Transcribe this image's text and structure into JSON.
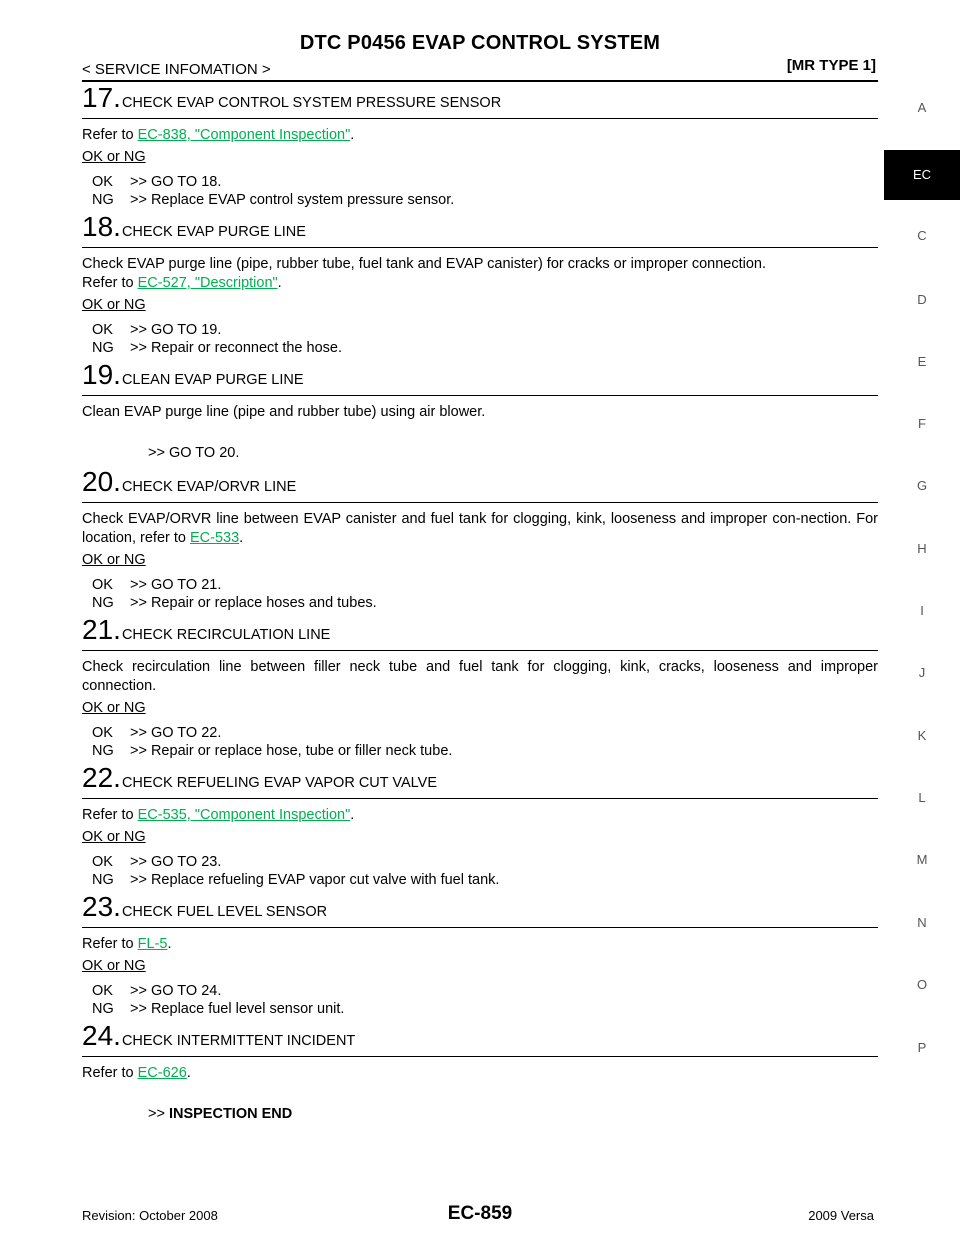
{
  "header": {
    "title": "DTC P0456 EVAP CONTROL SYSTEM",
    "section": "< SERVICE INFOMATION >",
    "type": "[MR TYPE 1]"
  },
  "steps": [
    {
      "num": "17",
      "title": "CHECK EVAP CONTROL SYSTEM PRESSURE SENSOR",
      "text_before": "Refer to ",
      "link": "EC-838, \"Component Inspection\"",
      "text_after": ".",
      "ok_ng": "OK or NG",
      "ok_code": "OK",
      "ok_text": ">> GO TO 18.",
      "ng_code": "NG",
      "ng_text": ">> Replace EVAP control system pressure sensor."
    },
    {
      "num": "18",
      "title": "CHECK EVAP PURGE LINE",
      "text_line1": "Check EVAP purge line (pipe, rubber tube, fuel tank and EVAP canister) for cracks or improper connection.",
      "text_before": "Refer to ",
      "link": "EC-527, \"Description\"",
      "text_after": ".",
      "ok_ng": "OK or NG",
      "ok_code": "OK",
      "ok_text": ">> GO TO 19.",
      "ng_code": "NG",
      "ng_text": ">> Repair or reconnect the hose."
    },
    {
      "num": "19",
      "title": "CLEAN EVAP PURGE LINE",
      "text": "Clean EVAP purge line (pipe and rubber tube) using air blower.",
      "result": ">> GO TO 20."
    },
    {
      "num": "20",
      "title": "CHECK EVAP/ORVR LINE",
      "text_before": "Check EVAP/ORVR line between EVAP canister and fuel tank for clogging, kink, looseness and improper con-nection. For location, refer to ",
      "link": "EC-533",
      "text_after": ".",
      "ok_ng": "OK or NG",
      "ok_code": "OK",
      "ok_text": ">> GO TO 21.",
      "ng_code": "NG",
      "ng_text": ">> Repair or replace hoses and tubes."
    },
    {
      "num": "21",
      "title": "CHECK RECIRCULATION LINE",
      "text": "Check recirculation line between filler neck tube and fuel tank for clogging, kink, cracks, looseness and improper connection.",
      "ok_ng": "OK or NG",
      "ok_code": "OK",
      "ok_text": ">> GO TO 22.",
      "ng_code": "NG",
      "ng_text": ">> Repair or replace hose, tube or filler neck tube."
    },
    {
      "num": "22",
      "title": "CHECK REFUELING EVAP VAPOR CUT VALVE",
      "text_before": "Refer to ",
      "link": "EC-535, \"Component Inspection\"",
      "text_after": ".",
      "ok_ng": "OK or NG",
      "ok_code": "OK",
      "ok_text": ">> GO TO 23.",
      "ng_code": "NG",
      "ng_text": ">> Replace refueling EVAP vapor cut valve with fuel tank."
    },
    {
      "num": "23",
      "title": "CHECK FUEL LEVEL SENSOR",
      "text_before": "Refer to ",
      "link": "FL-5",
      "text_after": ".",
      "ok_ng": "OK or NG",
      "ok_code": "OK",
      "ok_text": ">> GO TO 24.",
      "ng_code": "NG",
      "ng_text": ">> Replace fuel level sensor unit."
    },
    {
      "num": "24",
      "title": "CHECK INTERMITTENT INCIDENT",
      "text_before": "Refer to ",
      "link": "EC-626",
      "text_after": ".",
      "result_prefix": ">> ",
      "result_bold": "INSPECTION END"
    }
  ],
  "side_index": {
    "letters": [
      "A",
      "C",
      "D",
      "E",
      "F",
      "G",
      "H",
      "I",
      "J",
      "K",
      "L",
      "M",
      "N",
      "O",
      "P"
    ],
    "active": "EC"
  },
  "footer": {
    "revision": "Revision: October 2008",
    "page": "EC-859",
    "model": "2009 Versa"
  },
  "colors": {
    "link": "#00b050",
    "active_tab_bg": "#000000"
  }
}
